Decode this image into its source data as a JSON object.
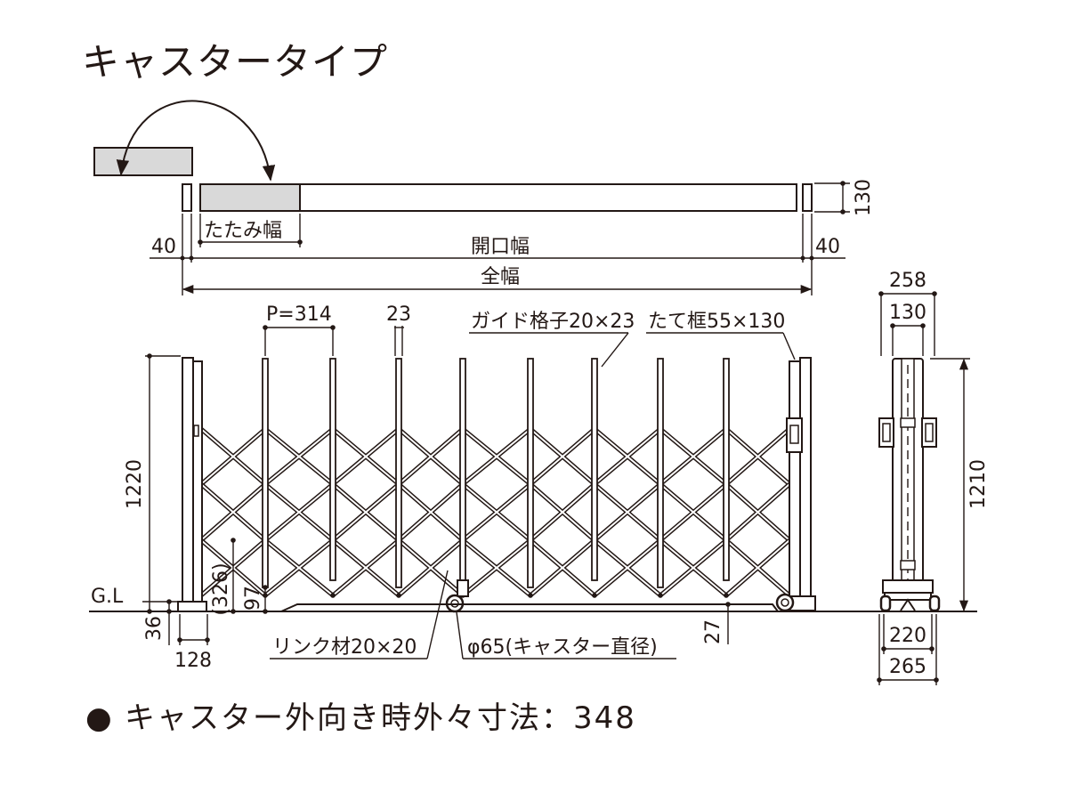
{
  "title": "キャスタータイプ",
  "plan": {
    "folded_width": "たたみ幅",
    "opening_width": "開口幅",
    "overall_width": "全幅",
    "left_clearance": "40",
    "right_clearance": "40",
    "depth": "130"
  },
  "front": {
    "pitch": "P=314",
    "guide_gap": "23",
    "guide_lattice": "ガイド格子20×23",
    "vertical_frame": "たて框55×130",
    "height": "1220",
    "link_height": "(326)",
    "caster_clearance": "97",
    "ground_label": "G.L",
    "ground_offset": "36",
    "base_width": "128",
    "link_member": "リンク材20×20",
    "caster_diameter": "φ65(キャスター直径)",
    "rail_height": "27"
  },
  "side": {
    "top_width": "258",
    "frame_width": "130",
    "height": "1210",
    "base_inner": "220",
    "base_outer": "265"
  },
  "footnote": {
    "bullet": "●",
    "text": "キャスター外向き時外々寸法：348"
  },
  "colors": {
    "line": "#231815",
    "fill_gray": "#d9d9d9"
  }
}
